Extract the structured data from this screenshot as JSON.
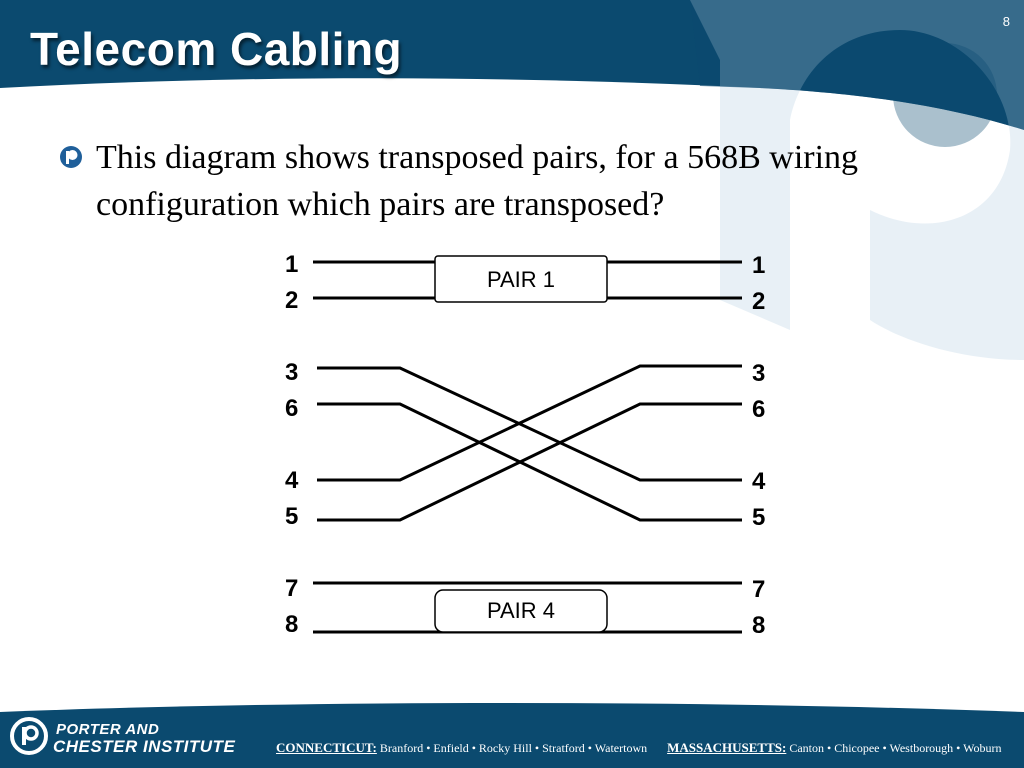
{
  "slide": {
    "title": "Telecom Cabling",
    "page_number": "8",
    "bullet": "This diagram shows transposed pairs, for a 568B wiring configuration which pairs are transposed?"
  },
  "diagram": {
    "left_pins": [
      "1",
      "2",
      "3",
      "6",
      "4",
      "5",
      "7",
      "8"
    ],
    "right_pins": [
      "1",
      "2",
      "3",
      "6",
      "4",
      "5",
      "7",
      "8"
    ],
    "pair1_label": "PAIR 1",
    "pair4_label": "PAIR 4"
  },
  "footer": {
    "brand_line1": "PORTER AND",
    "brand_line2": "CHESTER INSTITUTE",
    "ct_label": "CONNECTICUT:",
    "ct_locations": "Branford • Enfield • Rocky Hill • Stratford • Watertown",
    "ma_label": "MASSACHUSETTS:",
    "ma_locations": "Canton • Chicopee • Westborough • Woburn"
  },
  "colors": {
    "header_blue": "#0b4a6f",
    "watermark": "#d5e4ee",
    "footer_blue": "#0b4a6f"
  }
}
